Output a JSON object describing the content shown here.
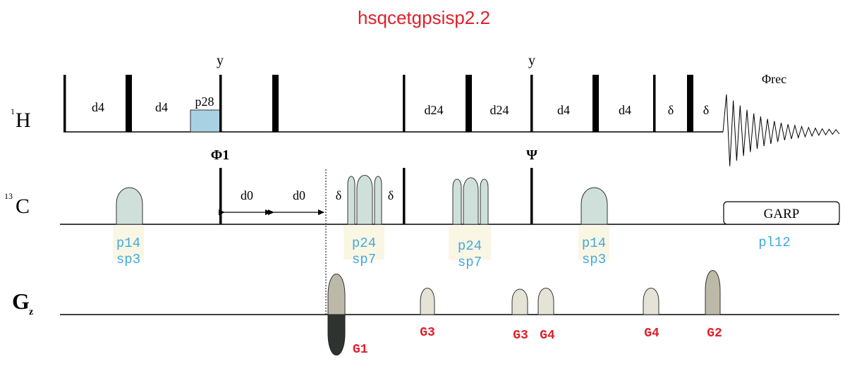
{
  "title": "hsqcetgpsisp2.2",
  "channels": {
    "h1": {
      "sup": "1",
      "main": "H"
    },
    "c13": {
      "sup": "13",
      "main": "C"
    },
    "gz": {
      "main": "G",
      "sub": "z"
    }
  },
  "h1_delays": {
    "d4_1": "d4",
    "d4_2": "d4",
    "d24_1": "d24",
    "d24_2": "d24",
    "d4_3": "d4",
    "d4_4": "d4",
    "delta_1": "δ",
    "delta_2": "δ"
  },
  "h1_pulse_labels": {
    "p28": "p28",
    "phase_y_1": "y",
    "phase_y_2": "y",
    "phase_rec": "Φrec"
  },
  "c13_labels": {
    "phi1": "Φ1",
    "psi": "Ψ",
    "d0_1": "d0",
    "d0_2": "d0",
    "delta_1": "δ",
    "delta_2": "δ",
    "garp": "GARP"
  },
  "c13_pulse_names": {
    "p14_1": "p14",
    "sp3_1": "sp3",
    "p24_1": "p24",
    "sp7_1": "sp7",
    "p24_2": "p24",
    "sp7_2": "sp7",
    "p14_2": "p14",
    "sp3_2": "sp3",
    "pl12": "pl12"
  },
  "gradients": {
    "g1": "G1",
    "g3_1": "G3",
    "g3_2": "G3",
    "g4_1": "G4",
    "g4_2": "G4",
    "g2": "G2"
  },
  "colors": {
    "title": "#e0202a",
    "pulse_name": "#3fa9e0",
    "gradient_label": "#e0202a",
    "shaped_fill": "#cfe0da",
    "p28_fill": "#a8d2e4",
    "label_box": "#faf6e4",
    "gradient_light": "#e5e2d6",
    "gradient_mid": "#bdb9a8",
    "gradient_dark": "#2f332f"
  }
}
